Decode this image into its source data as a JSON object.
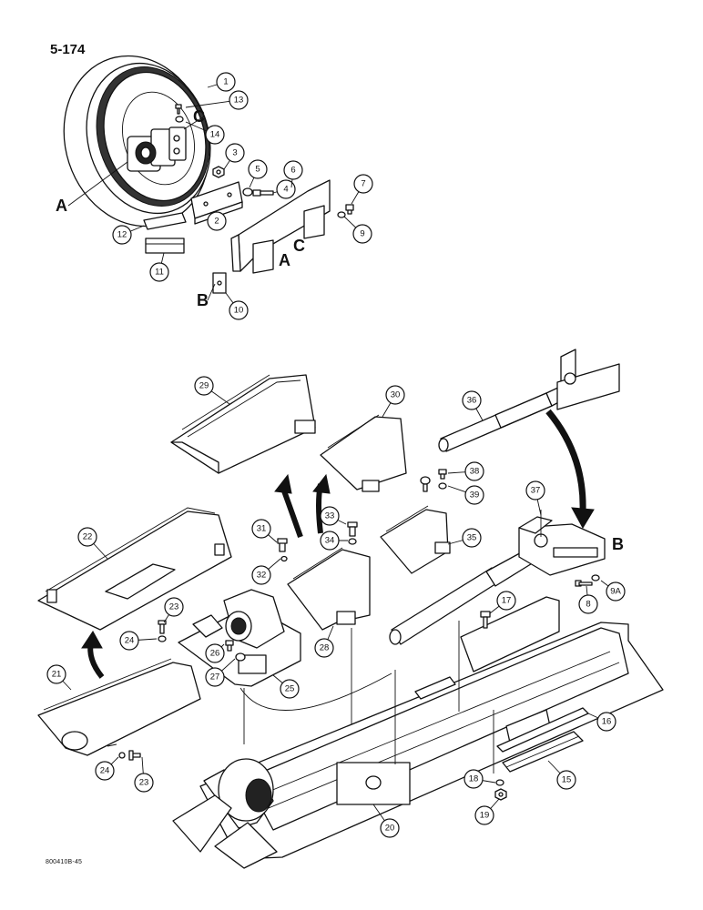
{
  "page": {
    "number": "5-174",
    "drawing_code": "800410B-45"
  },
  "view_letters": [
    "A",
    "B",
    "C"
  ],
  "callouts": [
    "1",
    "2",
    "3",
    "4",
    "5",
    "6",
    "7",
    "8",
    "9",
    "9A",
    "10",
    "11",
    "12",
    "13",
    "14",
    "15",
    "16",
    "17",
    "18",
    "19",
    "20",
    "21",
    "22",
    "23",
    "24",
    "25",
    "26",
    "27",
    "28",
    "29",
    "30",
    "31",
    "32",
    "33",
    "34",
    "35",
    "36",
    "37",
    "38",
    "39"
  ]
}
